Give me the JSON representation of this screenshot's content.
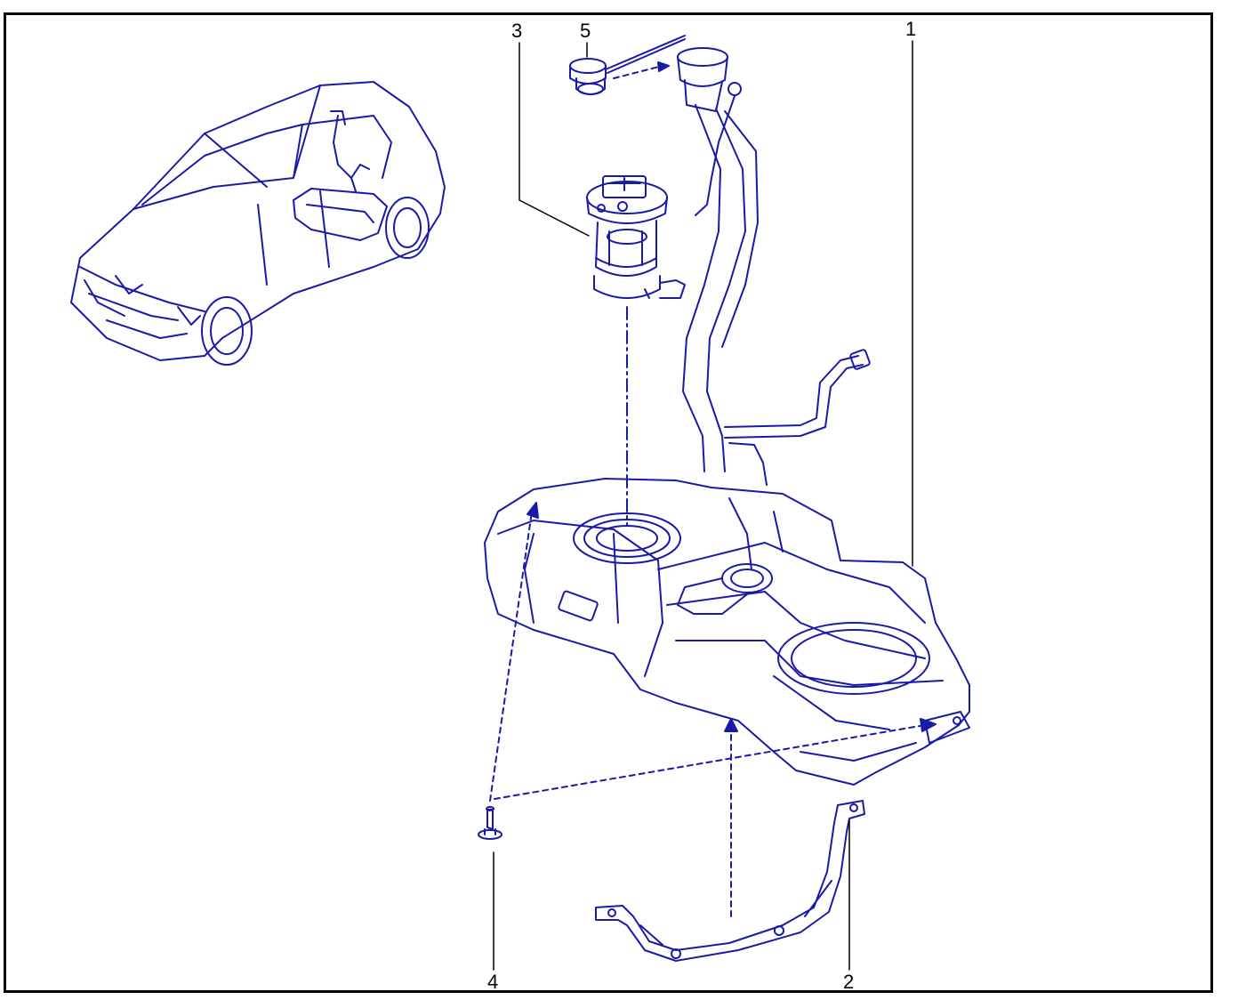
{
  "diagram": {
    "line_color": "#1a1aa8",
    "leader_color": "#000000",
    "callouts": [
      {
        "id": "c1",
        "label": "1"
      },
      {
        "id": "c2",
        "label": "2"
      },
      {
        "id": "c3",
        "label": "3"
      },
      {
        "id": "c4",
        "label": "4"
      },
      {
        "id": "c5",
        "label": "5"
      }
    ]
  }
}
